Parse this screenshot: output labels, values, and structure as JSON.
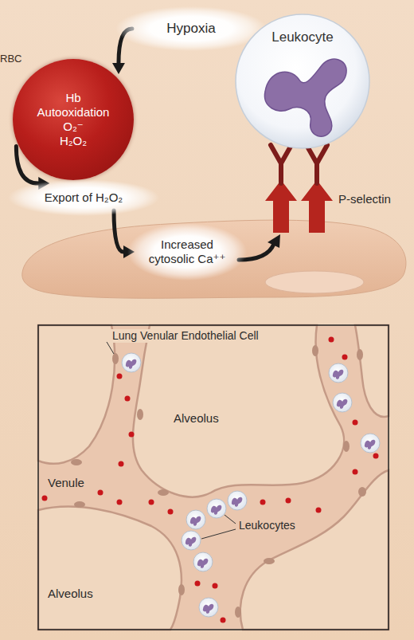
{
  "diagram": {
    "nodes": [
      {
        "text": [
          "Hypoxia"
        ]
      },
      {
        "text": [
          "RBC",
          "Hb Autooxidation O₂⁻ H₂O₂"
        ]
      },
      {
        "text": [
          "Leukocyte"
        ]
      },
      {
        "text": [
          "Export of H₂O₂"
        ]
      },
      {
        "text": [
          "Increased cytosolic Ca⁺⁺"
        ]
      }
    ],
    "edges": [
      {
        "from": 0,
        "to": 1,
        "arrow": "to"
      },
      {
        "from": 1,
        "to": 3,
        "arrow": "to"
      },
      {
        "from": 3,
        "to": 4,
        "arrow": "to"
      }
    ],
    "labels": [
      "P-selectin",
      "Lung Venular Endothelial Cell",
      "Alveolus",
      "Venule",
      "Alveolus",
      "Leukocytes"
    ]
  }
}
